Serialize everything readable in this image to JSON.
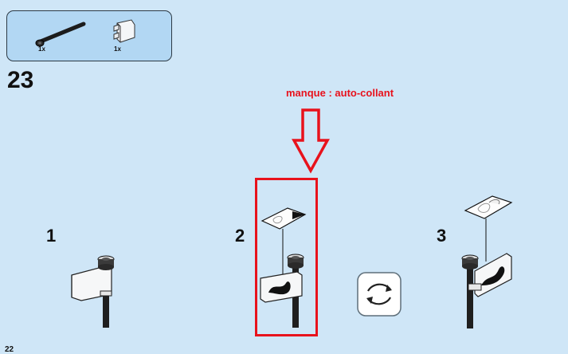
{
  "parts_list": {
    "items": [
      {
        "name": "axle-pin",
        "quantity": "1x"
      },
      {
        "name": "clip-plate",
        "quantity": "1x"
      }
    ]
  },
  "step": {
    "number": "23"
  },
  "substeps": [
    {
      "number": "1"
    },
    {
      "number": "2"
    },
    {
      "number": "3"
    }
  ],
  "annotation": {
    "text": "manque : auto-collant",
    "color": "#e8121c"
  },
  "rotate_icon": "rotate-model-icon",
  "page": {
    "number": "22"
  },
  "colors": {
    "background": "#cfe6f7",
    "parts_box": "#b2d7f3",
    "highlight": "#e8121c"
  }
}
